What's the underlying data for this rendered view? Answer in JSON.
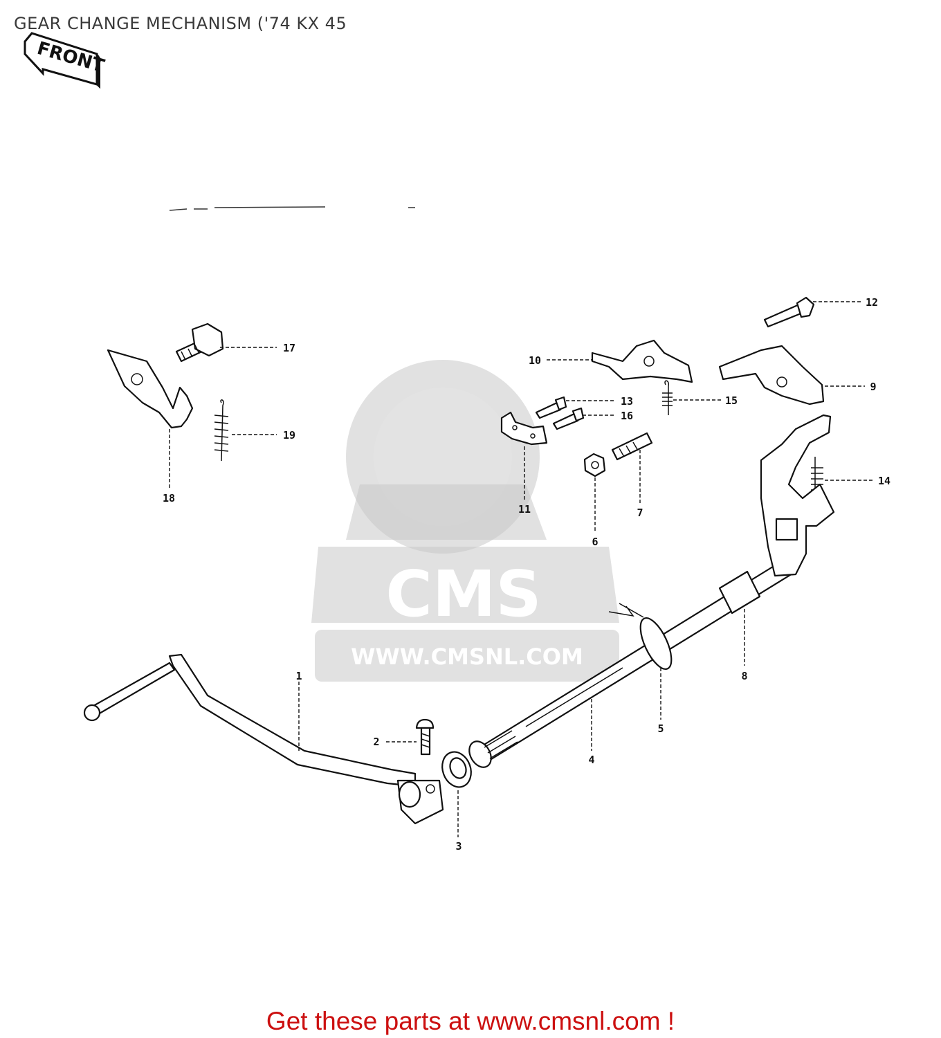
{
  "title": "GEAR CHANGE MECHANISM ('74 KX 45",
  "front_tag": "FRONT",
  "watermark": {
    "brand": "CMS",
    "url": "WWW.CMSNL.COM"
  },
  "callouts": {
    "c1": "1",
    "c2": "2",
    "c3": "3",
    "c4": "4",
    "c5": "5",
    "c6": "6",
    "c7": "7",
    "c8": "8",
    "c9": "9",
    "c10": "10",
    "c11": "11",
    "c12": "12",
    "c13": "13",
    "c14": "14",
    "c15": "15",
    "c16": "16",
    "c17": "17",
    "c18": "18",
    "c19": "19"
  },
  "footer": "Get these parts at www.cmsnl.com !",
  "colors": {
    "footer_text": "#cc1010",
    "line_art": "#111111",
    "watermark": "#c8c8c8"
  }
}
